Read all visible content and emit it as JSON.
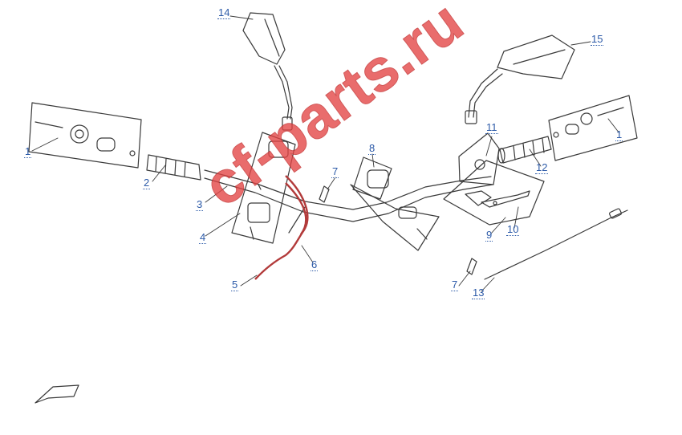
{
  "watermark": "cf-parts.ru",
  "callouts": [
    {
      "id": "c1-left",
      "text": "1"
    },
    {
      "id": "c2",
      "text": "2"
    },
    {
      "id": "c3",
      "text": "3"
    },
    {
      "id": "c4",
      "text": "4"
    },
    {
      "id": "c5",
      "text": "5"
    },
    {
      "id": "c6",
      "text": "6"
    },
    {
      "id": "c7-upper",
      "text": "7"
    },
    {
      "id": "c7-lower",
      "text": "7"
    },
    {
      "id": "c8",
      "text": "8"
    },
    {
      "id": "c9",
      "text": "9"
    },
    {
      "id": "c10",
      "text": "10"
    },
    {
      "id": "c11",
      "text": "11"
    },
    {
      "id": "c12",
      "text": "12"
    },
    {
      "id": "c13",
      "text": "13"
    },
    {
      "id": "c14",
      "text": "14"
    },
    {
      "id": "c15",
      "text": "15"
    },
    {
      "id": "c1-right",
      "text": "1"
    }
  ],
  "colors": {
    "line": "#3a3a3a",
    "callout": "#2c5aa8",
    "cable": "#b23a3a",
    "watermark": "#e34444"
  }
}
